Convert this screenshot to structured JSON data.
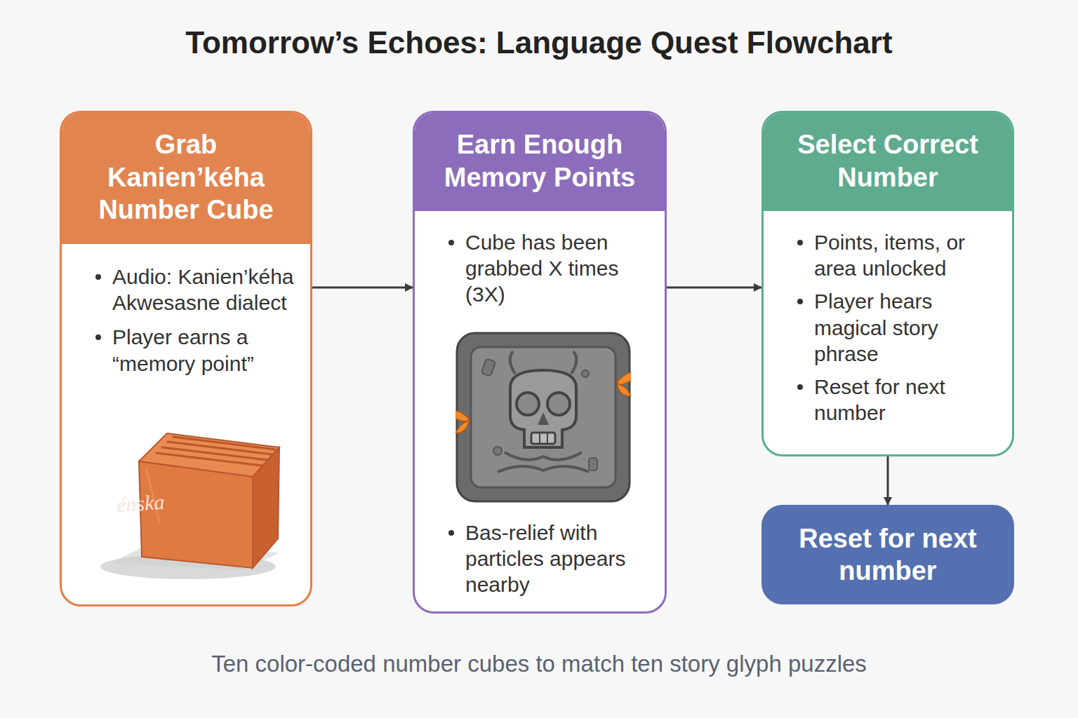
{
  "diagram": {
    "title": "Tomorrow’s Echoes: Language Quest Flowchart",
    "caption": "Ten color-coded number cubes to match ten story glyph puzzles",
    "nodes": [
      {
        "text": [
          "Grab Kanien’kéha Number Cube",
          "Audio: Kanien’kéha Akwesasne dialect",
          "Player earns a “memory point”"
        ]
      },
      {
        "text": [
          "Earn Enough Memory Points",
          "Cube has been grabbed X times (3X)",
          "Bas-relief with particles appears nearby"
        ]
      },
      {
        "text": [
          "Select Correct Number",
          "Points, items, or area unlocked",
          "Player hears magical story phrase",
          "Reset for next number"
        ]
      },
      {
        "text": [
          "Reset for next number"
        ]
      }
    ],
    "edges": [
      {
        "from": 0,
        "to": 1,
        "arrow": "to"
      },
      {
        "from": 1,
        "to": 2,
        "arrow": "to"
      },
      {
        "from": 2,
        "to": 3,
        "arrow": "to"
      }
    ],
    "labels": [
      "énska"
    ]
  }
}
